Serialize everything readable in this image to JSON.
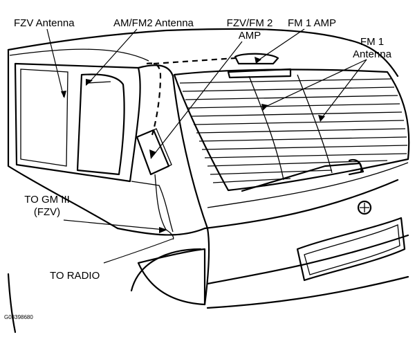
{
  "labels": {
    "fzv_antenna": "FZV Antenna",
    "am_fm2_antenna": "AM/FM2 Antenna",
    "fzv_fm2_amp_line1": "FZV/FM 2",
    "fzv_fm2_amp_line2": "AMP",
    "fm1_amp": "FM 1 AMP",
    "fm1_antenna_line1": "FM 1",
    "fm1_antenna_line2": "Antenna",
    "to_gm3_line1": "TO GM III",
    "to_gm3_line2": "(FZV)",
    "to_radio": "TO RADIO"
  },
  "figure_code": "G03398680"
}
